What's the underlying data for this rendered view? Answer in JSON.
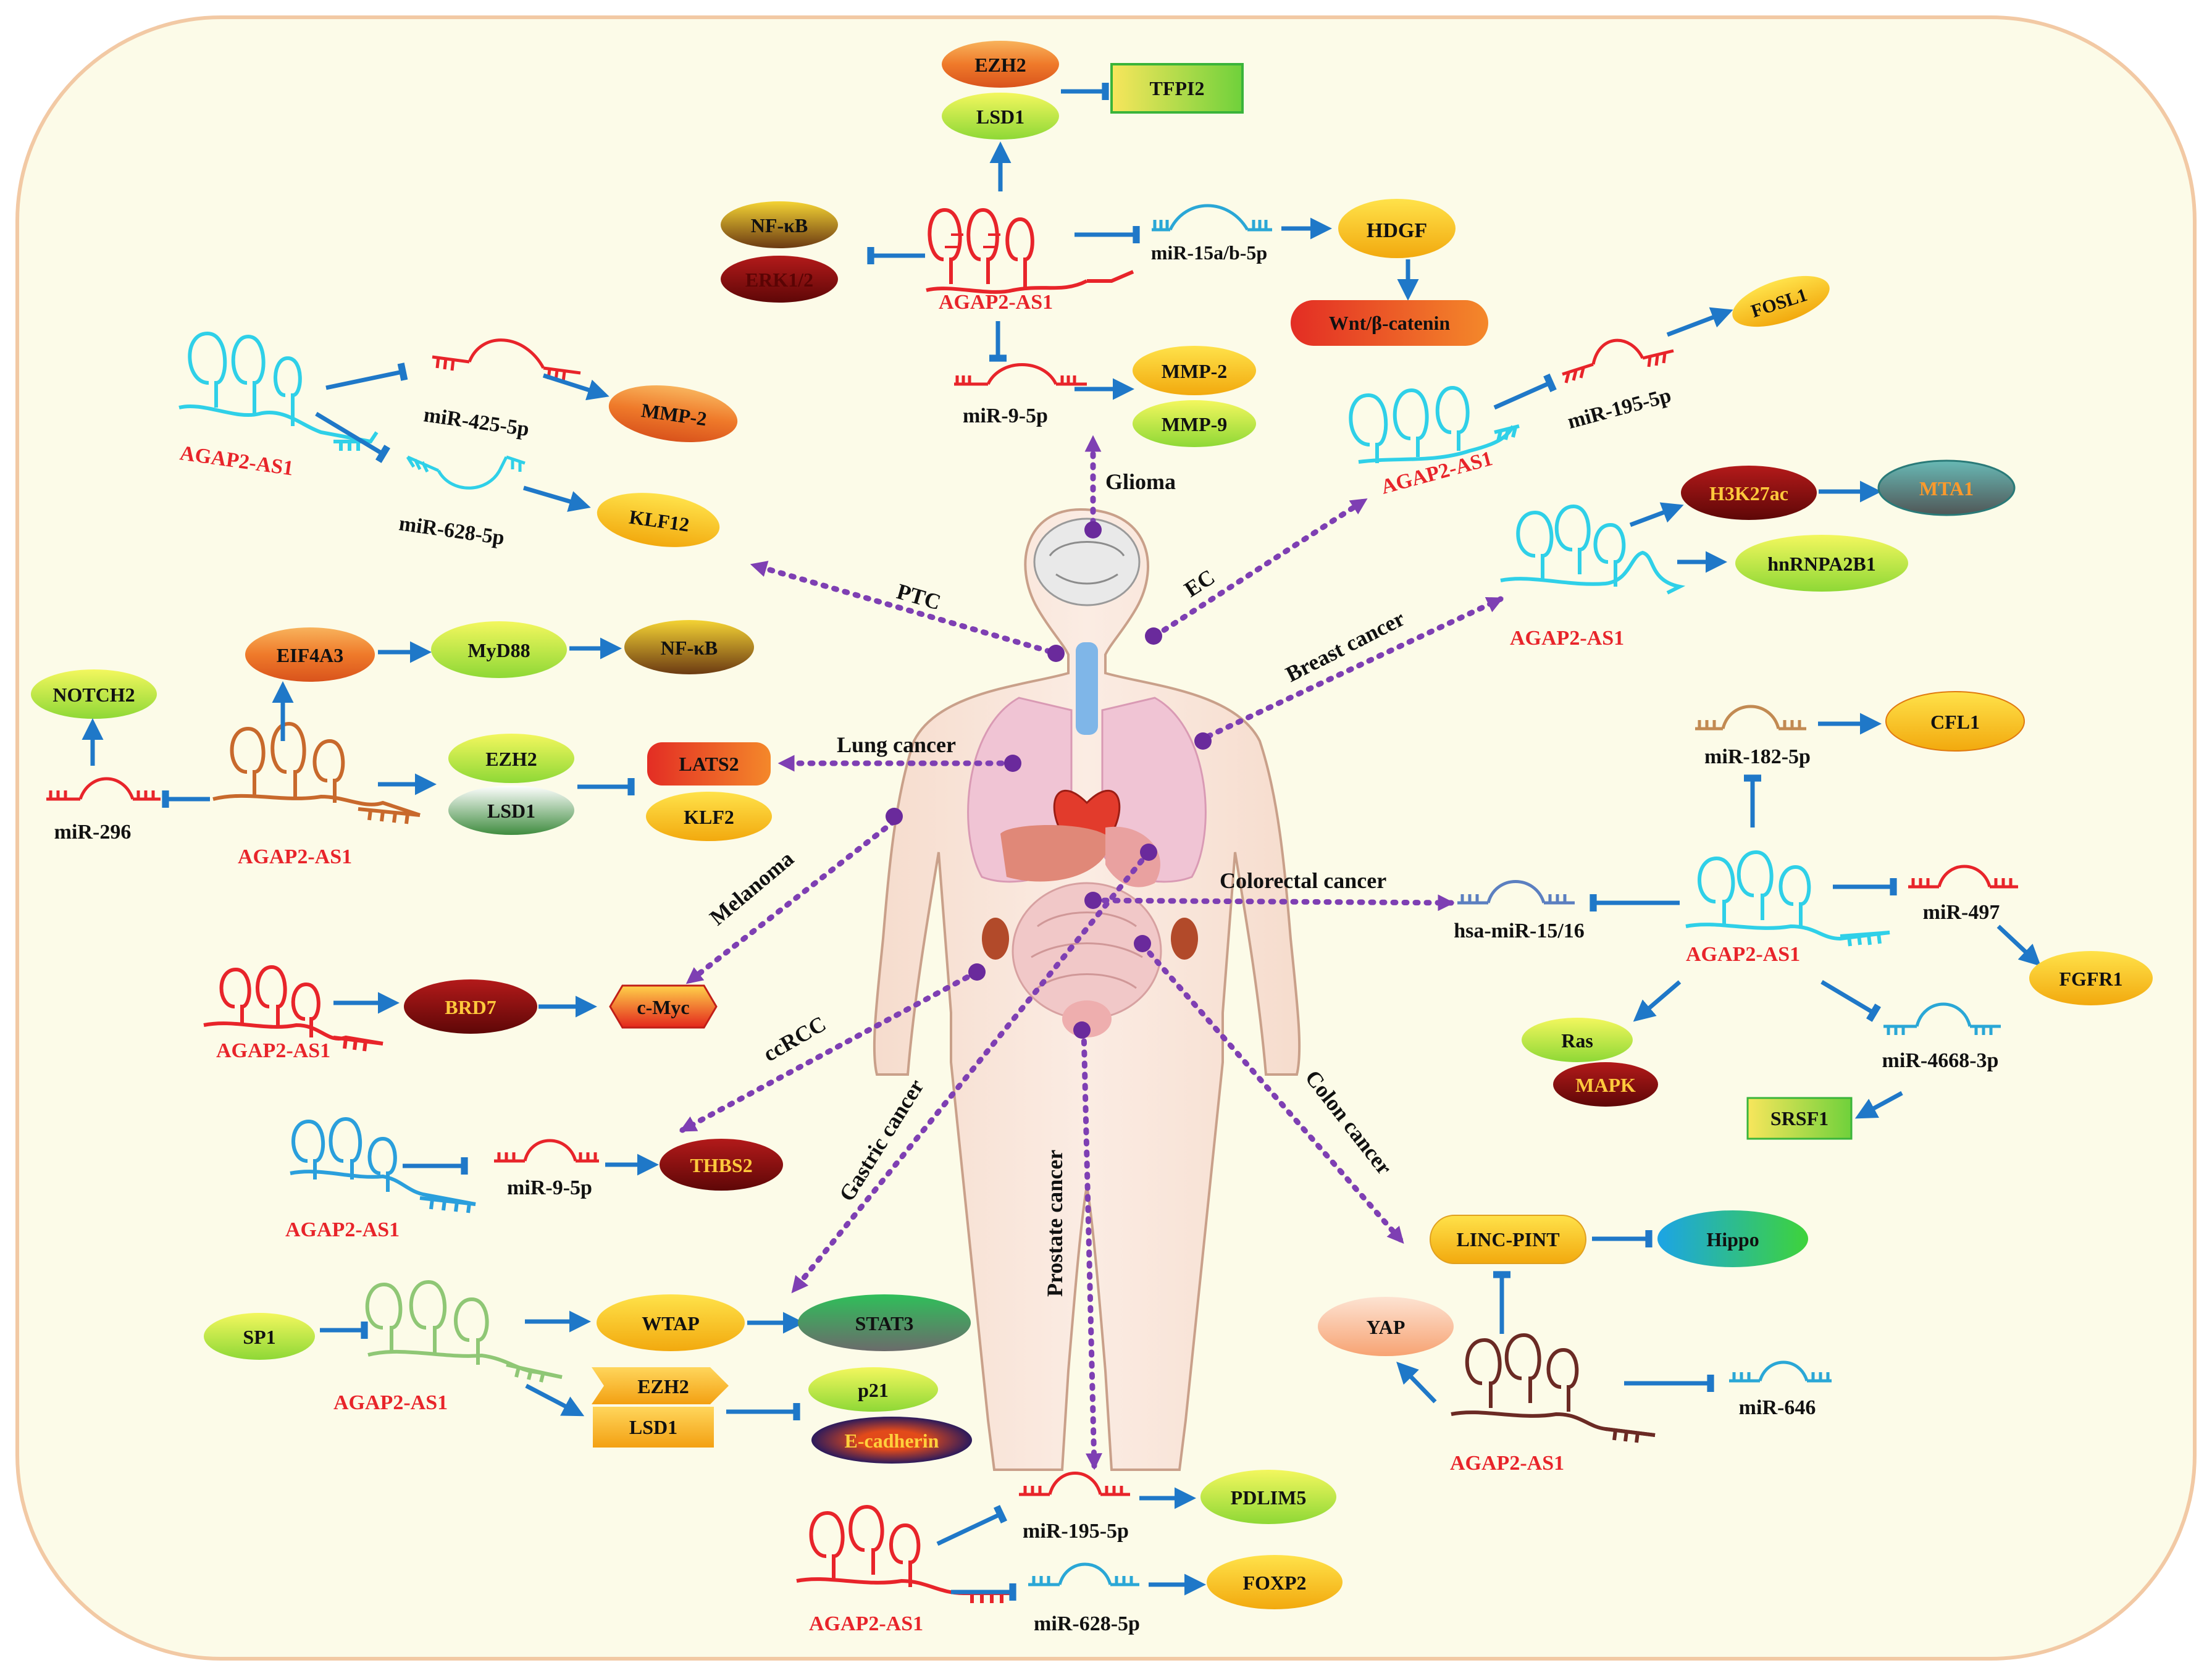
{
  "colors": {
    "arrow_blue": "#1f78c8",
    "dotted_purple": "#7e3fb3",
    "label_red": "#e8242a",
    "background": "#fcfbe8",
    "border": "#f2c9a4"
  },
  "lncrna_label": "AGAP2-AS1",
  "glioma": {
    "cancer": "Glioma",
    "ezh2": "EZH2",
    "lsd1": "LSD1",
    "tfpi2": "TFPI2",
    "nfkb": "NF-κB",
    "erk": "ERK1/2",
    "mir15": "miR-15a/b-5p",
    "hdgf": "HDGF",
    "wnt": "Wnt/β-catenin",
    "mir9": "miR-9-5p",
    "mmp2": "MMP-2",
    "mmp9": "MMP-9"
  },
  "ptc": {
    "cancer": "PTC",
    "mir425": "miR-425-5p",
    "mmp2": "MMP-2",
    "mir628": "miR-628-5p",
    "klf12": "KLF12"
  },
  "ec": {
    "cancer": "EC",
    "mir195": "miR-195-5p",
    "fosl1": "FOSL1"
  },
  "breast": {
    "cancer": "Breast cancer",
    "h3k27ac": "H3K27ac",
    "mta1": "MTA1",
    "hnrnpa2b1": "hnRNPA2B1"
  },
  "lung": {
    "cancer": "Lung cancer",
    "notch2": "NOTCH2",
    "mir296": "miR-296",
    "eif4a3": "EIF4A3",
    "myd88": "MyD88",
    "nfkb": "NF-κB",
    "ezh2": "EZH2",
    "lsd1": "LSD1",
    "lats2": "LATS2",
    "klf2": "KLF2"
  },
  "melanoma": {
    "cancer": "Melanoma",
    "brd7": "BRD7",
    "cmyc": "c-Myc"
  },
  "colorectal": {
    "cancer": "Colorectal cancer",
    "mir182": "miR-182-5p",
    "cfl1": "CFL1",
    "hsamir": "hsa-miR-15/16",
    "mir497": "miR-497",
    "fgfr1": "FGFR1",
    "ras": "Ras",
    "mapk": "MAPK",
    "mir4668": "miR-4668-3p",
    "srsf1": "SRSF1"
  },
  "ccrcc": {
    "cancer": "ccRCC",
    "mir9": "miR-9-5p",
    "thbs2": "THBS2"
  },
  "gastric": {
    "cancer": "Gastric cancer",
    "sp1": "SP1",
    "wtap": "WTAP",
    "stat3": "STAT3",
    "ezh2": "EZH2",
    "lsd1": "LSD1",
    "p21": "p21",
    "ecad": "E-cadherin"
  },
  "prostate": {
    "cancer": "Prostate cancer",
    "mir195": "miR-195-5p",
    "pdlim5": "PDLIM5",
    "mir628": "miR-628-5p",
    "foxp2": "FOXP2"
  },
  "colon": {
    "cancer": "Colon cancer",
    "lincpint": "LINC-PINT",
    "hippo": "Hippo",
    "yap": "YAP",
    "mir646": "miR-646"
  }
}
